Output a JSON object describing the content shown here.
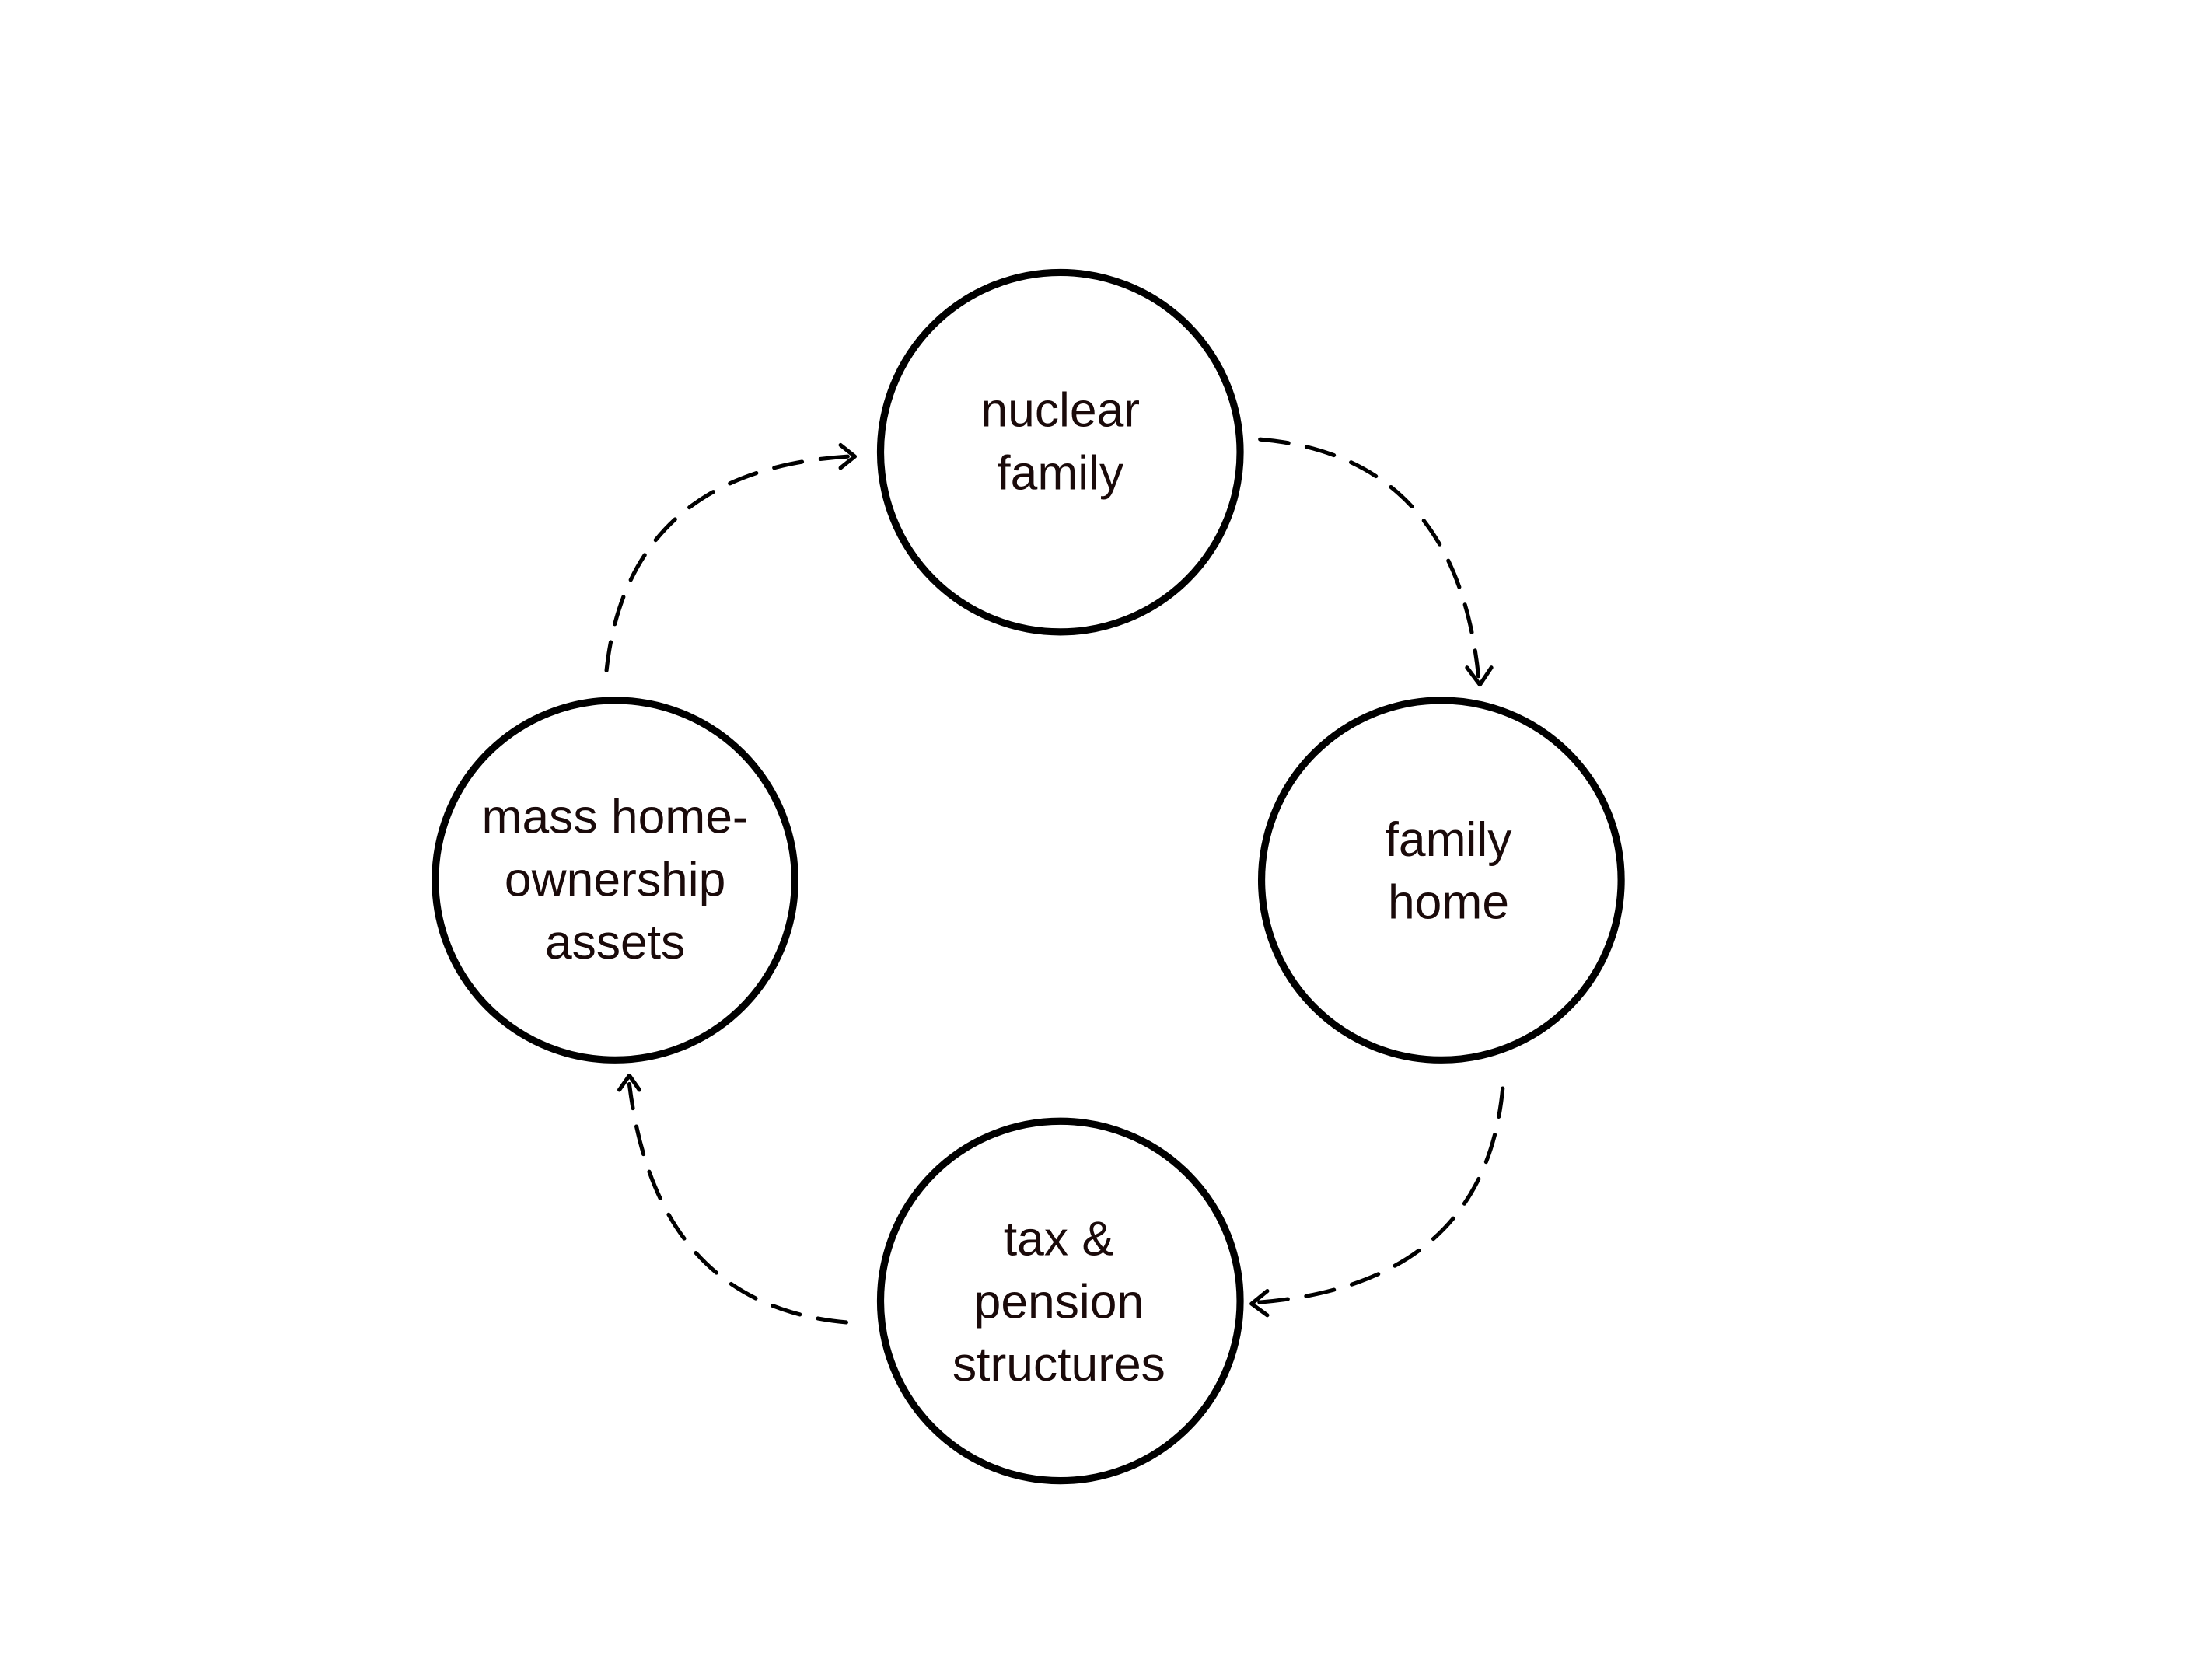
{
  "nodes": [
    {
      "id": "nuclear-family",
      "lines": [
        "nuclear",
        "family"
      ]
    },
    {
      "id": "family-home",
      "lines": [
        "family",
        "home"
      ]
    },
    {
      "id": "tax-pension",
      "lines": [
        "tax &",
        "pension",
        "structures"
      ]
    },
    {
      "id": "mass-home-ownership",
      "lines": [
        "mass home-",
        "ownership",
        "assets"
      ]
    }
  ],
  "edges": [
    {
      "from": "nuclear-family",
      "to": "family-home",
      "style": "dashed"
    },
    {
      "from": "family-home",
      "to": "tax-pension",
      "style": "dashed"
    },
    {
      "from": "tax-pension",
      "to": "mass-home-ownership",
      "style": "dashed"
    },
    {
      "from": "mass-home-ownership",
      "to": "nuclear-family",
      "style": "dashed"
    }
  ]
}
